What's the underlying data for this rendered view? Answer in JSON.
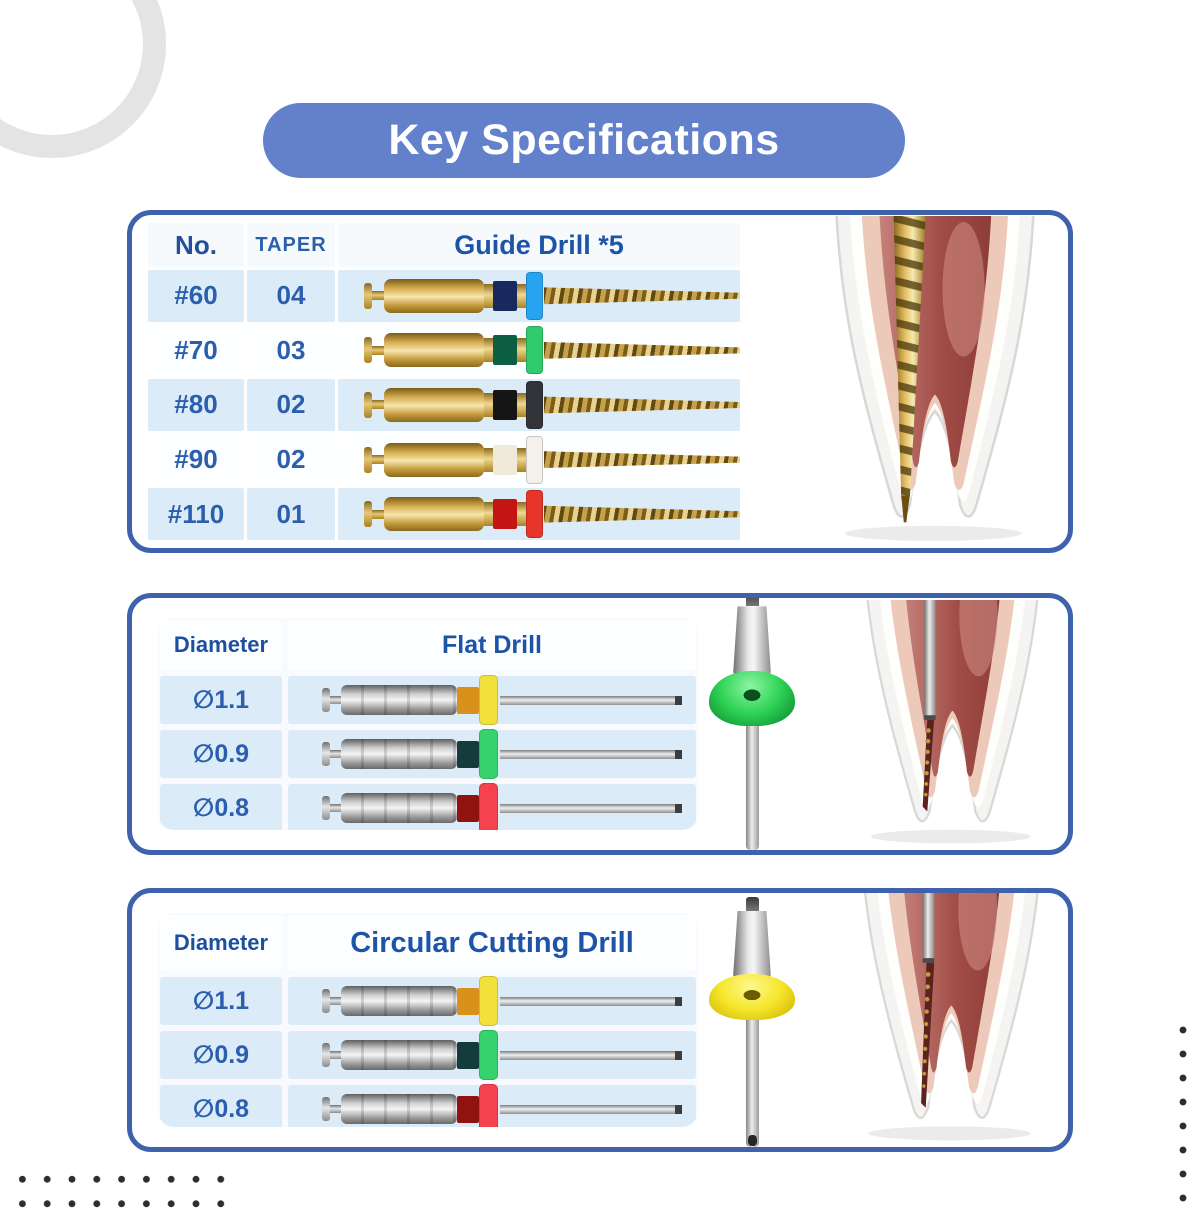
{
  "header": {
    "title": "Key Specifications"
  },
  "theme": {
    "pill_bg": "#6380cb",
    "panel_border": "#3f62ad",
    "row_bg": "#dcebf8",
    "value_text": "#2b5fae",
    "header_text": "#1d54a8",
    "dot_color": "#2e2e2e"
  },
  "guide_panel": {
    "col_no": "No.",
    "col_taper": "TAPER",
    "col_drill": "Guide Drill *5",
    "rows": [
      {
        "no": "#60",
        "taper": "04",
        "band": "#17295f",
        "ring": "#27a3f0"
      },
      {
        "no": "#70",
        "taper": "03",
        "band": "#0c5f43",
        "ring": "#2fcb6c"
      },
      {
        "no": "#80",
        "taper": "02",
        "band": "#151515",
        "ring": "#33333a"
      },
      {
        "no": "#90",
        "taper": "02",
        "band": "#efe9da",
        "ring": "#f3f1ea"
      },
      {
        "no": "#110",
        "taper": "01",
        "band": "#c41414",
        "ring": "#e8352b"
      }
    ]
  },
  "flat_panel": {
    "col_diameter": "Diameter",
    "col_drill": "Flat Drill",
    "stopper_color": "#2bd45b",
    "rows": [
      {
        "diameter": "∅1.1",
        "band": "#d8921c",
        "ring": "#f2e03c"
      },
      {
        "diameter": "∅0.9",
        "band": "#143c3c",
        "ring": "#36d36d"
      },
      {
        "diameter": "∅0.8",
        "band": "#901312",
        "ring": "#f4424e"
      }
    ]
  },
  "circular_panel": {
    "col_diameter": "Diameter",
    "col_drill": "Circular Cutting Drill",
    "stopper_color": "#f2e428",
    "rows": [
      {
        "diameter": "∅1.1",
        "band": "#d8921c",
        "ring": "#f2e03c"
      },
      {
        "diameter": "∅0.9",
        "band": "#143c3c",
        "ring": "#36d36d"
      },
      {
        "diameter": "∅0.8",
        "band": "#901312",
        "ring": "#f4424e"
      }
    ]
  }
}
